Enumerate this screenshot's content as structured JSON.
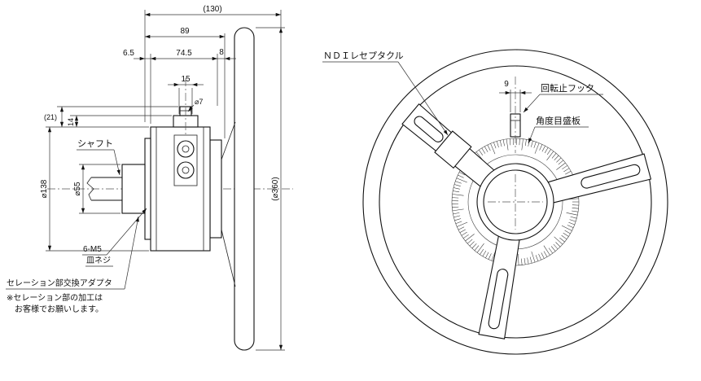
{
  "side_view": {
    "dim_130": "(130)",
    "dim_89": "89",
    "dim_6_5": "6.5",
    "dim_74_5": "74.5",
    "dim_8": "8",
    "dim_15": "15",
    "dim_phi7": "⌀7",
    "dim_21": "(21)",
    "dim_14": "14",
    "dim_phi138": "⌀138",
    "dim_phi55": "⌀55",
    "dim_phi360": "(⌀360)",
    "label_shaft": "シャフト",
    "label_screw_line1": "6-M5",
    "label_screw_line2": "皿ネジ",
    "label_adapter": "セレーション部交換アダプタ",
    "note_line1": "※セレーション部の加工は",
    "note_line2": "お客様でお願いします。"
  },
  "front_view": {
    "dim_9": "9",
    "label_ndi": "ＮＤＩレセプタクル",
    "label_hook": "回転止フック",
    "label_scale_plate": "角度目盛板"
  }
}
